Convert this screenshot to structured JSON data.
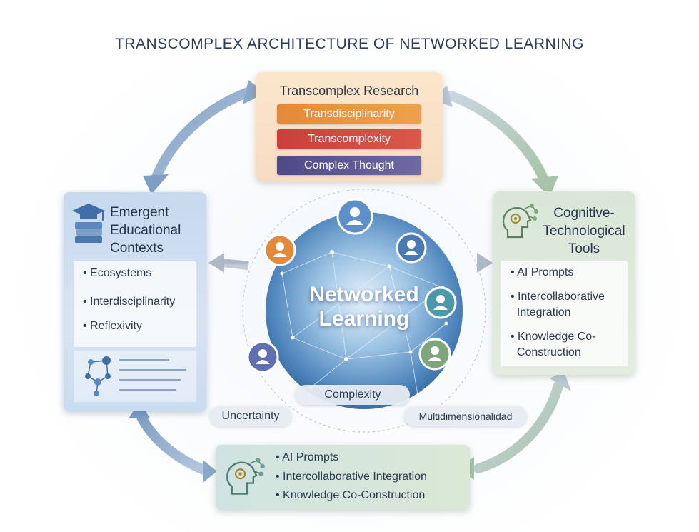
{
  "title": "TRANSCOMPLEX ARCHITECTURE OF NETWORKED LEARNING",
  "research": {
    "title": "Transcomplex Research",
    "items": [
      "Transdisciplinarity",
      "Transcomplexity",
      "Complex Thought"
    ]
  },
  "emergent": {
    "title_lines": [
      "Emergent",
      "Educational",
      "Contexts"
    ],
    "items": [
      "Ecosystems",
      "Interdisciplinarity",
      "Reflexivity"
    ]
  },
  "cognitive": {
    "title_lines": [
      "Cognitive-",
      "Technological",
      "Tools"
    ],
    "items": [
      [
        "AI Prompts"
      ],
      [
        "Intercollaborative",
        "Integration"
      ],
      [
        "Knowledge Co-",
        "Construction"
      ]
    ]
  },
  "bottom": {
    "items": [
      "AI Prompts",
      "Intercollaborative Integration",
      "Knowledge Co-Construction"
    ]
  },
  "center": {
    "title_lines": [
      "Networked",
      "Learning"
    ],
    "complexity": "Complexity",
    "uncertainty": "Uncertainty",
    "multidimensionality": "Multidimensionalidad"
  },
  "colors": {
    "orange": "#e38a3a",
    "red": "#cc3f3a",
    "purple": "#4d4a86",
    "blue_node": "#5d8fc9",
    "green_node": "#7fa67a"
  }
}
